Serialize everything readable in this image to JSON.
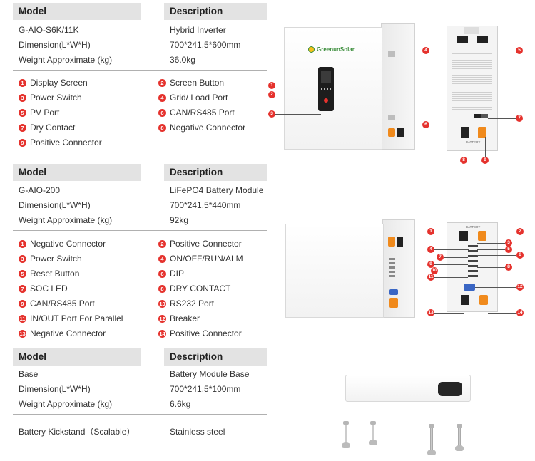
{
  "inverter": {
    "model_header": "Model",
    "desc_header": "Description",
    "rows": [
      {
        "label": "G-AIO-S6K/11K",
        "value": "Hybrid Inverter"
      },
      {
        "label": "Dimension(L*W*H)",
        "value": "700*241.5*600mm"
      },
      {
        "label": "Weight Approximate (kg)",
        "value": "36.0kg"
      }
    ],
    "features": [
      {
        "num": "1",
        "label": "Display Screen"
      },
      {
        "num": "2",
        "label": "Screen Button"
      },
      {
        "num": "3",
        "label": "Power Switch"
      },
      {
        "num": "4",
        "label": "Grid/ Load Port"
      },
      {
        "num": "5",
        "label": "PV Port"
      },
      {
        "num": "6",
        "label": "CAN/RS485 Port"
      },
      {
        "num": "7",
        "label": "Dry Contact"
      },
      {
        "num": "8",
        "label": "Negative Connector"
      },
      {
        "num": "9",
        "label": "Positive Connector"
      }
    ],
    "brand": "GreenunSolar",
    "back_label": "BATTERY"
  },
  "battery": {
    "model_header": "Model",
    "desc_header": "Description",
    "rows": [
      {
        "label": "G-AIO-200",
        "value": "LiFePO4 Battery Module"
      },
      {
        "label": "Dimension(L*W*H)",
        "value": "700*241.5*440mm"
      },
      {
        "label": "Weight Approximate (kg)",
        "value": "92kg"
      }
    ],
    "features": [
      {
        "num": "1",
        "label": "Negative Connector"
      },
      {
        "num": "2",
        "label": "Positive Connector"
      },
      {
        "num": "3",
        "label": "Power Switch"
      },
      {
        "num": "4",
        "label": "ON/OFF/RUN/ALM"
      },
      {
        "num": "5",
        "label": "Reset Button"
      },
      {
        "num": "6",
        "label": "DIP"
      },
      {
        "num": "7",
        "label": "SOC LED"
      },
      {
        "num": "8",
        "label": "DRY CONTACT"
      },
      {
        "num": "9",
        "label": "CAN/RS485 Port"
      },
      {
        "num": "10",
        "label": "RS232 Port"
      },
      {
        "num": "11",
        "label": "IN/OUT Port For Parallel"
      },
      {
        "num": "12",
        "label": "Breaker"
      },
      {
        "num": "13",
        "label": "Negative Connector"
      },
      {
        "num": "14",
        "label": "Positive Connector"
      }
    ],
    "back_label": "BATTERY"
  },
  "base": {
    "model_header": "Model",
    "desc_header": "Description",
    "rows": [
      {
        "label": "Base",
        "value": "Battery Module Base"
      },
      {
        "label": "Dimension(L*W*H)",
        "value": "700*241.5*100mm"
      },
      {
        "label": "Weight Approximate (kg)",
        "value": "6.6kg"
      }
    ]
  },
  "kickstand": {
    "label": "Battery Kickstand（Scalable）",
    "value": "Stainless steel"
  },
  "colors": {
    "accent_red": "#e5322d",
    "header_gray": "#e3e3e3",
    "connector_orange": "#f08a1c"
  }
}
